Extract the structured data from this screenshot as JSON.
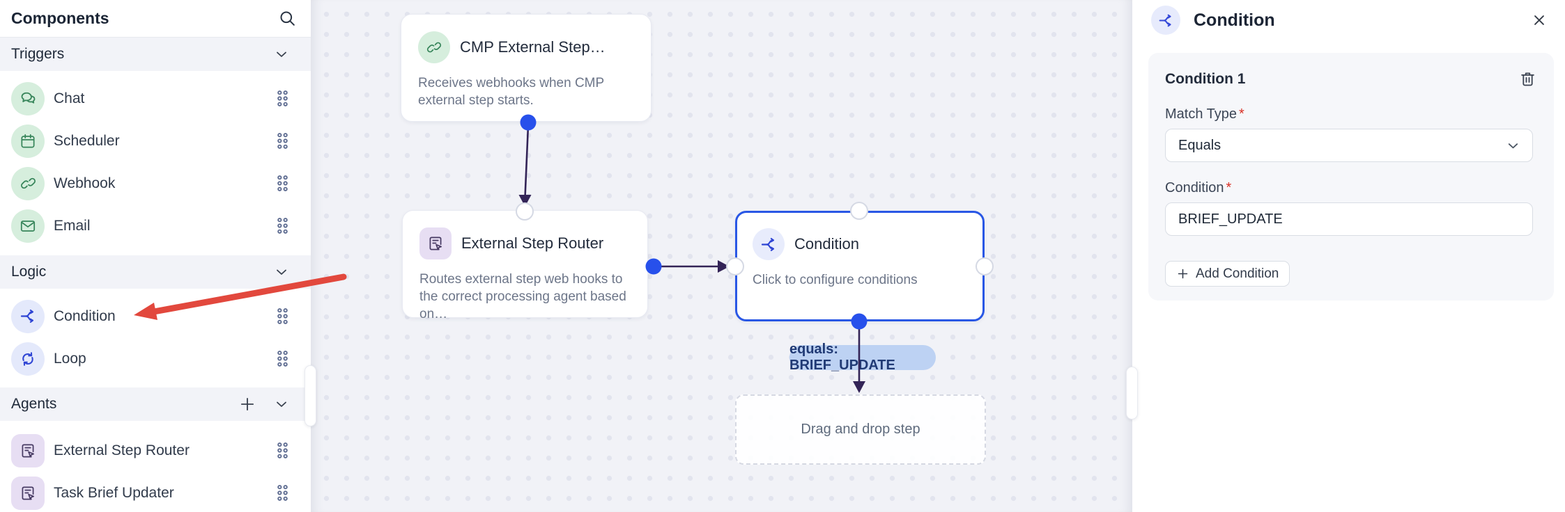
{
  "sidebar": {
    "title": "Components",
    "sections": [
      {
        "label": "Triggers",
        "items": [
          {
            "label": "Chat",
            "icon": "chat-icon"
          },
          {
            "label": "Scheduler",
            "icon": "calendar-icon"
          },
          {
            "label": "Webhook",
            "icon": "link-icon"
          },
          {
            "label": "Email",
            "icon": "mail-icon"
          }
        ]
      },
      {
        "label": "Logic",
        "items": [
          {
            "label": "Condition",
            "icon": "branch-icon"
          },
          {
            "label": "Loop",
            "icon": "loop-icon"
          }
        ]
      },
      {
        "label": "Agents",
        "items": [
          {
            "label": "External Step Router",
            "icon": "agent-icon"
          },
          {
            "label": "Task Brief Updater",
            "icon": "agent-icon"
          }
        ]
      }
    ]
  },
  "canvas": {
    "nodes": {
      "cmp": {
        "title": "CMP External Step…",
        "description": "Receives webhooks when CMP external step starts."
      },
      "router": {
        "title": "External Step Router",
        "description": "Routes external step web hooks to the correct processing agent based on…"
      },
      "condition": {
        "title": "Condition",
        "description": "Click to configure conditions",
        "selected": true
      }
    },
    "edge_label": "equals: BRIEF_UPDATE",
    "placeholder_label": "Drag and drop step"
  },
  "panel": {
    "title": "Condition",
    "condition_card": {
      "title": "Condition 1",
      "match_type_label": "Match Type",
      "match_type_value": "Equals",
      "condition_label": "Condition",
      "condition_value": "BRIEF_UPDATE",
      "add_button_label": "Add Condition"
    }
  },
  "colors": {
    "accent_blue": "#2957e5",
    "connector_blue": "#2750eb",
    "edge_purple": "#332457",
    "annotation_red": "#e2483d",
    "trigger_green_bg": "#d6eedd",
    "trigger_green_fg": "#37855a",
    "logic_blue_bg": "#e4e9fb",
    "logic_blue_fg": "#2f45d4",
    "agent_purple_bg": "#e7def3",
    "agent_purple_fg": "#473a63",
    "label_pill_bg": "#bdd2f3",
    "label_pill_fg": "#203a75",
    "required_red": "#d93025"
  }
}
